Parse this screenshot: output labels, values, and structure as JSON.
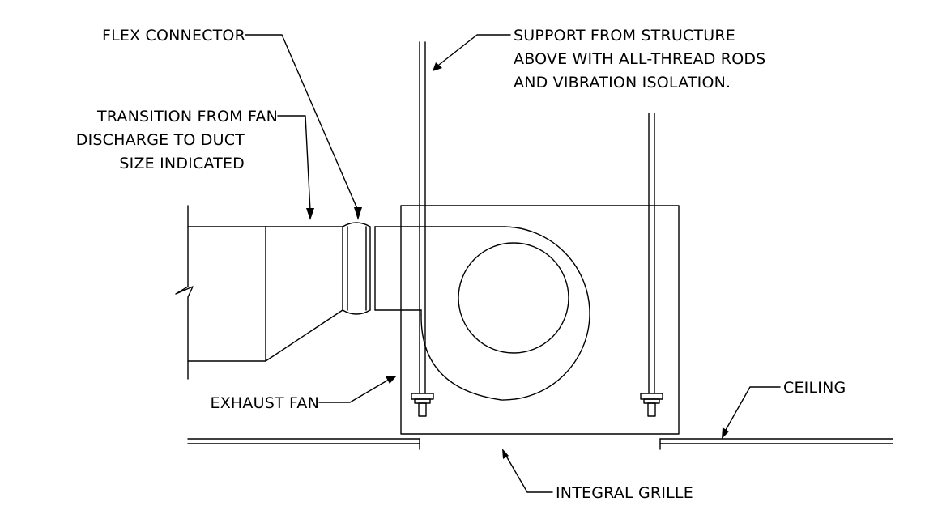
{
  "labels": {
    "flex_connector": "FLEX CONNECTOR",
    "support_line1": "SUPPORT FROM STRUCTURE",
    "support_line2": "ABOVE WITH ALL-THREAD RODS",
    "support_line3": "AND VIBRATION ISOLATION.",
    "transition_line1": "TRANSITION FROM FAN",
    "transition_line2": "DISCHARGE TO DUCT",
    "transition_line3": "SIZE INDICATED",
    "exhaust_fan": "EXHAUST FAN",
    "ceiling": "CEILING",
    "integral_grille": "INTEGRAL GRILLE"
  },
  "colors": {
    "line": "#000000",
    "background": "#ffffff"
  }
}
